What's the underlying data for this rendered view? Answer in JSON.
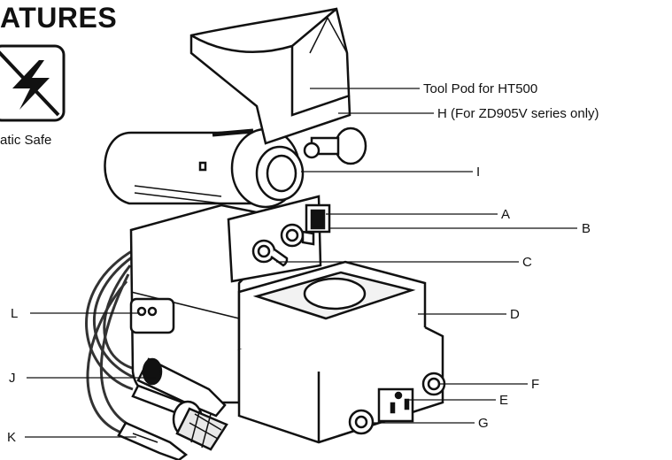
{
  "page": {
    "title": "ATURES",
    "icon_name": "static-safe-icon",
    "icon_label": "atic Safe"
  },
  "callouts": {
    "tool_pod": "Tool Pod for HT500",
    "h": "H (For ZD905V series only)",
    "i": "I",
    "a": "A",
    "b": "B",
    "c": "C",
    "d": "D",
    "e": "E",
    "f": "F",
    "g": "G",
    "j": "J",
    "k": "K",
    "l": "L"
  }
}
